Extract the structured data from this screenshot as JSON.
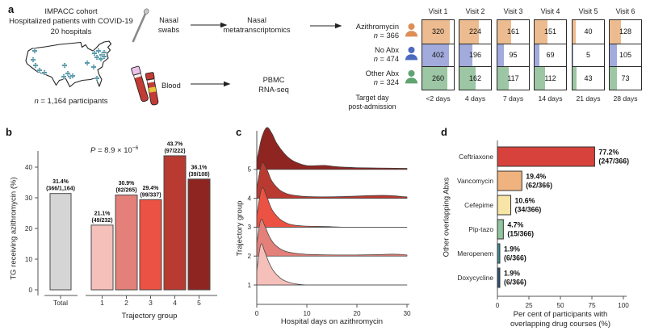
{
  "panel_a": {
    "label": "a",
    "cohort_line1": "IMPACC cohort",
    "cohort_line2": "Hospitalized patients with COVID-19",
    "cohort_line3": "20 hospitals",
    "participants_label": "n = 1,164 participants",
    "nasal_label_line1": "Nasal",
    "nasal_label_line2": "swabs",
    "nasal_assay_line1": "Nasal",
    "nasal_assay_line2": "metatranscriptomics",
    "blood_label": "Blood",
    "blood_assay_line1": "PBMC",
    "blood_assay_line2": "RNA-seq",
    "map_marker_color": "#4E93A5",
    "map_markers": [
      [
        13,
        13
      ],
      [
        11,
        24
      ],
      [
        14,
        31
      ],
      [
        19,
        37
      ],
      [
        25,
        40
      ],
      [
        50,
        31
      ],
      [
        54,
        41
      ],
      [
        57,
        45
      ],
      [
        49,
        45
      ],
      [
        78,
        28
      ],
      [
        86,
        33
      ],
      [
        87,
        16
      ],
      [
        92,
        13
      ],
      [
        96,
        18
      ],
      [
        99,
        15
      ],
      [
        90,
        21
      ],
      [
        95,
        23
      ],
      [
        99,
        20
      ],
      [
        90,
        47
      ],
      [
        60,
        44
      ]
    ]
  },
  "chart_data": [
    {
      "id": "visit-table",
      "type": "table",
      "columns": [
        "Visit 1",
        "Visit 2",
        "Visit 3",
        "Visit 4",
        "Visit 5",
        "Visit 6"
      ],
      "target_days": [
        "<2 days",
        "4 days",
        "7 days",
        "14 days",
        "21 days",
        "28 days"
      ],
      "target_day_label_line1": "Target day",
      "target_day_label_line2": "post-admission",
      "rows": [
        {
          "name": "Azithromycin",
          "n_label": "n = 366",
          "n": 366,
          "icon_color": "#DD8E57",
          "fill_color": "#ECBC90",
          "counts": [
            320,
            224,
            161,
            151,
            40,
            128
          ]
        },
        {
          "name": "No Abx",
          "n_label": "n = 474",
          "n": 474,
          "icon_color": "#4B6AC0",
          "fill_color": "#A2ABDC",
          "counts": [
            402,
            196,
            95,
            69,
            5,
            105
          ]
        },
        {
          "name": "Other Abx",
          "n_label": "n = 324",
          "n": 324,
          "icon_color": "#5FA36F",
          "fill_color": "#9DC6A4",
          "counts": [
            260,
            162,
            117,
            112,
            43,
            73
          ]
        }
      ]
    },
    {
      "id": "panel-b",
      "type": "bar",
      "panel_label": "b",
      "ylabel": "TG receiving azithromycin (%)",
      "xlabel": "Trajectory group",
      "yticks": [
        0,
        10,
        20,
        30,
        40
      ],
      "ylim": [
        0,
        45
      ],
      "pvalue": {
        "p": "P",
        "eq": " = 8.9 × 10",
        "exp": "−6"
      },
      "categories": [
        "Total",
        "1",
        "2",
        "3",
        "4",
        "5"
      ],
      "values": [
        31.4,
        21.1,
        30.9,
        29.4,
        43.7,
        36.1
      ],
      "labels_pct": [
        "31.4%",
        "21.1%",
        "30.9%",
        "29.4%",
        "43.7%",
        "36.1%"
      ],
      "labels_frac": [
        "(366/1,164)",
        "(49/232)",
        "(82/265)",
        "(99/337)",
        "(97/222)",
        "(39/108)"
      ],
      "colors": [
        "#D5D5D5",
        "#F5BFBA",
        "#E28079",
        "#EB5243",
        "#B93A31",
        "#8E2521"
      ]
    },
    {
      "id": "panel-c",
      "type": "area",
      "panel_label": "c",
      "ylabel": "Trajectory group",
      "xlabel": "Hospital days on azithromycin",
      "xticks": [
        0,
        10,
        20,
        30
      ],
      "xlim": [
        0,
        30
      ],
      "groups": [
        {
          "label": "1",
          "color": "#F5BFBA",
          "x": [
            0,
            0.8,
            1.6,
            2.5,
            3.5,
            5,
            6.5,
            8,
            9.5,
            11,
            30
          ],
          "h": [
            0.5,
            1.4,
            1.15,
            0.75,
            0.45,
            0.2,
            0.09,
            0.03,
            0.005,
            0,
            0
          ]
        },
        {
          "label": "2",
          "color": "#E28079",
          "x": [
            0,
            0.8,
            1.6,
            2.5,
            3.5,
            5,
            6.5,
            8,
            10,
            13,
            16,
            20,
            24,
            27,
            29,
            30
          ],
          "h": [
            0.45,
            1.25,
            1.05,
            0.68,
            0.42,
            0.22,
            0.13,
            0.09,
            0.06,
            0.045,
            0.04,
            0.04,
            0.05,
            0.065,
            0.055,
            0.04
          ]
        },
        {
          "label": "3",
          "color": "#EB5243",
          "x": [
            0,
            1,
            2,
            3,
            4.5,
            6,
            7.5,
            9,
            11,
            13,
            15,
            16.5,
            18,
            30
          ],
          "h": [
            0.4,
            1.35,
            1.05,
            0.62,
            0.3,
            0.14,
            0.07,
            0.045,
            0.03,
            0.025,
            0.015,
            0.005,
            0,
            0
          ]
        },
        {
          "label": "4",
          "color": "#B93A31",
          "x": [
            0,
            1,
            2,
            3,
            4.5,
            6,
            8,
            10,
            13,
            16,
            19,
            22,
            25,
            27,
            29,
            30
          ],
          "h": [
            0.35,
            1.2,
            1.0,
            0.6,
            0.3,
            0.16,
            0.09,
            0.06,
            0.05,
            0.055,
            0.07,
            0.09,
            0.1,
            0.09,
            0.06,
            0.05
          ]
        },
        {
          "label": "5",
          "color": "#8E2521",
          "x": [
            0,
            1,
            2,
            3,
            4,
            5.5,
            7,
            8.5,
            10,
            12,
            13.5,
            15,
            17,
            20,
            23,
            26,
            28,
            30
          ],
          "h": [
            0.3,
            1.1,
            1.45,
            1.25,
            0.9,
            0.55,
            0.32,
            0.2,
            0.13,
            0.13,
            0.14,
            0.11,
            0.08,
            0.06,
            0.05,
            0.045,
            0.04,
            0.035
          ]
        }
      ]
    },
    {
      "id": "panel-d",
      "type": "bar",
      "panel_label": "d",
      "orientation": "horizontal",
      "ylabel": "Other overlapping Abxs",
      "xlabel_line1": "Per cent of participants with",
      "xlabel_line2": "overlapping drug courses (%)",
      "xticks": [
        0,
        25,
        50,
        75,
        100
      ],
      "xlim": [
        0,
        100
      ],
      "categories": [
        "Ceftriaxone",
        "Vancomycin",
        "Cefepime",
        "Pip-tazo",
        "Meropenem",
        "Doxycycline"
      ],
      "values": [
        77.2,
        19.4,
        10.6,
        4.7,
        1.9,
        1.9
      ],
      "labels_pct": [
        "77.2%",
        "19.4%",
        "10.6%",
        "4.7%",
        "1.9%",
        "1.9%"
      ],
      "labels_frac": [
        "(247/366)",
        "(62/366)",
        "(34/366)",
        "(15/366)",
        "(6/366)",
        "(6/366)"
      ],
      "colors": [
        "#D8423C",
        "#F0B27E",
        "#F8E4A6",
        "#90C69D",
        "#37909A",
        "#2B5477"
      ]
    }
  ]
}
